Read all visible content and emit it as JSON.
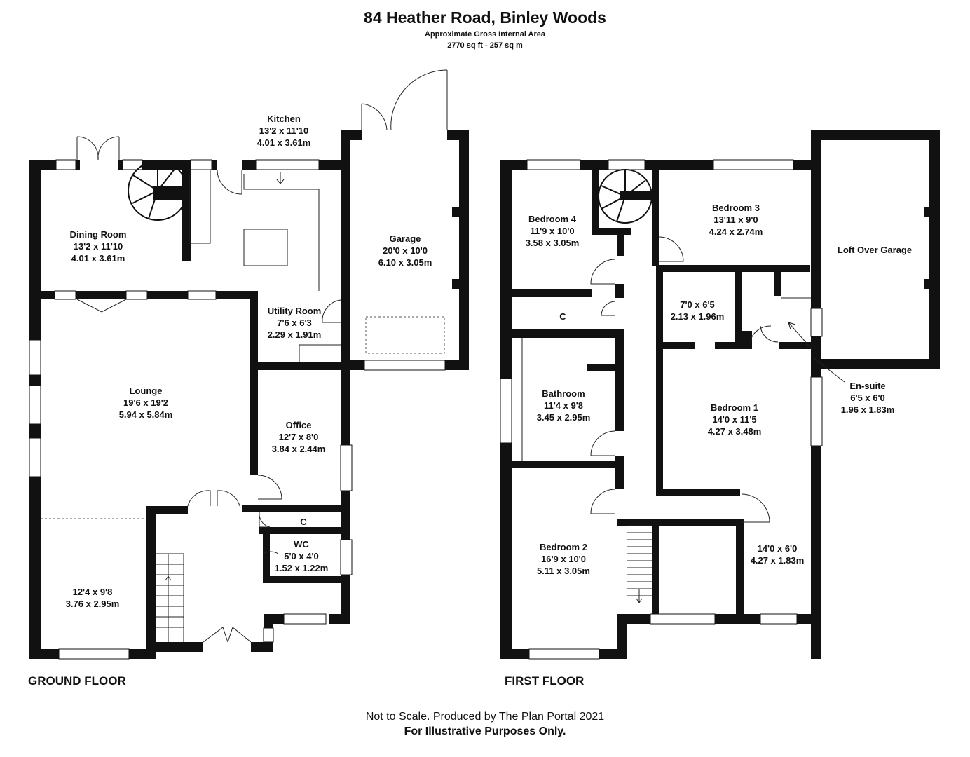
{
  "header": {
    "title": "84 Heather Road, Binley Woods",
    "subtitle": "Approximate Gross Internal Area",
    "area": "2770 sq ft - 257 sq m"
  },
  "ground_floor": {
    "label": "GROUND FLOOR",
    "rooms": {
      "kitchen": {
        "name": "Kitchen",
        "imperial": "13'2 x 11'10",
        "metric": "4.01 x 3.61m"
      },
      "dining": {
        "name": "Dining Room",
        "imperial": "13'2 x 11'10",
        "metric": "4.01 x 3.61m"
      },
      "garage": {
        "name": "Garage",
        "imperial": "20'0 x 10'0",
        "metric": "6.10 x 3.05m"
      },
      "utility": {
        "name": "Utility Room",
        "imperial": "7'6 x 6'3",
        "metric": "2.29 x 1.91m"
      },
      "lounge": {
        "name": "Lounge",
        "imperial": "19'6 x 19'2",
        "metric": "5.94 x 5.84m"
      },
      "office": {
        "name": "Office",
        "imperial": "12'7 x 8'0",
        "metric": "3.84 x 2.44m"
      },
      "cupboard": {
        "name": "C"
      },
      "wc": {
        "name": "WC",
        "imperial": "5'0 x 4'0",
        "metric": "1.52 x 1.22m"
      },
      "lounge_ext": {
        "imperial": "12'4 x 9'8",
        "metric": "3.76 x 2.95m"
      }
    }
  },
  "first_floor": {
    "label": "FIRST FLOOR",
    "rooms": {
      "bedroom4": {
        "name": "Bedroom 4",
        "imperial": "11'9 x 10'0",
        "metric": "3.58 x 3.05m"
      },
      "bedroom3": {
        "name": "Bedroom 3",
        "imperial": "13'11 x 9'0",
        "metric": "4.24 x 2.74m"
      },
      "loft": {
        "name": "Loft Over Garage"
      },
      "cupboard": {
        "name": "C"
      },
      "dressing": {
        "imperial": "7'0 x 6'5",
        "metric": "2.13 x 1.96m"
      },
      "ensuite": {
        "name": "En-suite",
        "imperial": "6'5 x 6'0",
        "metric": "1.96 x 1.83m"
      },
      "bathroom": {
        "name": "Bathroom",
        "imperial": "11'4 x 9'8",
        "metric": "3.45 x 2.95m"
      },
      "bedroom1": {
        "name": "Bedroom 1",
        "imperial": "14'0 x 11'5",
        "metric": "4.27 x 3.48m"
      },
      "bedroom2": {
        "name": "Bedroom 2",
        "imperial": "16'9 x 10'0",
        "metric": "5.11 x 3.05m"
      },
      "room14": {
        "imperial": "14'0 x 6'0",
        "metric": "4.27 x 1.83m"
      }
    }
  },
  "footer": {
    "note": "Not to Scale. Produced by The Plan Portal 2021",
    "disclaimer": "For Illustrative Purposes Only."
  }
}
